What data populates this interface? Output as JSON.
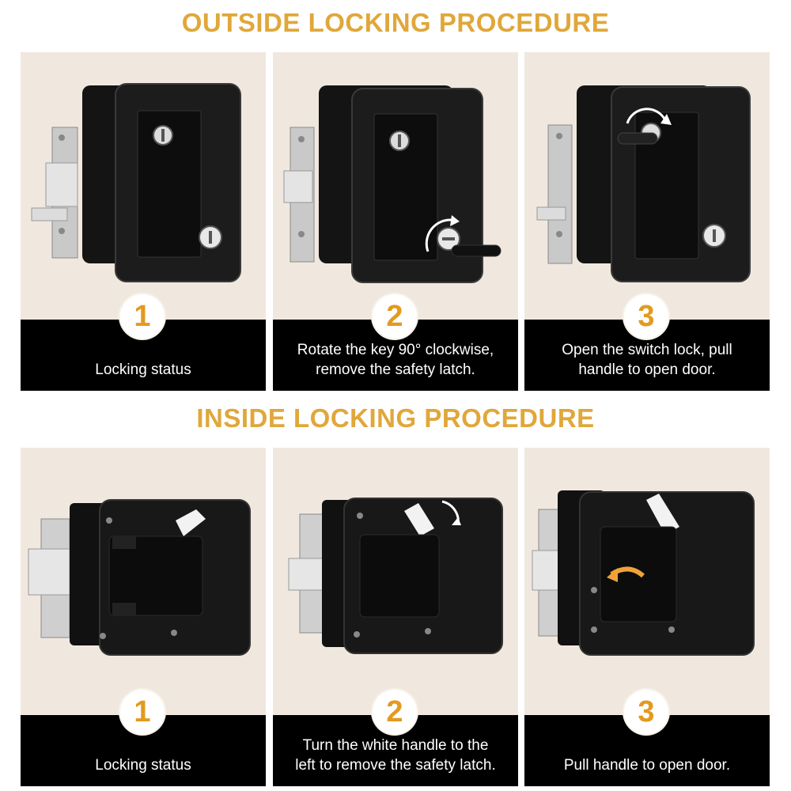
{
  "outside": {
    "title": "OUTSIDE LOCKING PROCEDURE",
    "steps": [
      {
        "number": "1",
        "caption": "Locking status"
      },
      {
        "number": "2",
        "caption": "Rotate the key 90° clockwise,\nremove the safety latch."
      },
      {
        "number": "3",
        "caption": "Open the switch lock, pull\nhandle to open door."
      }
    ]
  },
  "inside": {
    "title": "INSIDE LOCKING PROCEDURE",
    "steps": [
      {
        "number": "1",
        "caption": "Locking status"
      },
      {
        "number": "2",
        "caption": "Turn the white handle to the\nleft to remove the safety latch."
      },
      {
        "number": "3",
        "caption": "Pull handle to open door."
      }
    ]
  },
  "colors": {
    "title": "#e0a73a",
    "step_number": "#e39a1f",
    "panel_background": "#f0e8de",
    "caption_bar": "#000000",
    "caption_text": "#ffffff"
  },
  "icons": [
    "lock-photo",
    "key-icon",
    "rotate-arrow-icon",
    "white-handle",
    "orange-arrow-icon"
  ]
}
